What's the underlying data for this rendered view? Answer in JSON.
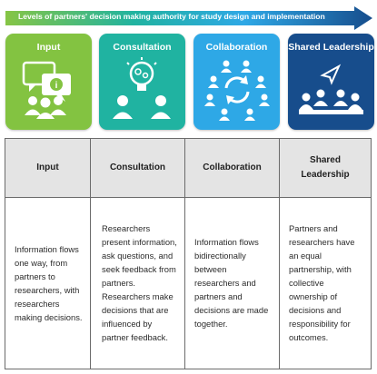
{
  "banner": {
    "text": "Levels of partners' decision making authority for study design and implementation"
  },
  "tiles": [
    {
      "label": "Input",
      "color": "#83c341"
    },
    {
      "label": "Consultation",
      "color": "#20b3a1"
    },
    {
      "label": "Collaboration",
      "color": "#2ea8e6"
    },
    {
      "label": "Shared Leadership",
      "color": "#174d8c"
    }
  ],
  "table": {
    "headers": [
      "Input",
      "Consultation",
      "Collaboration",
      "Shared Leadership"
    ],
    "descriptions": [
      "Information flows one way, from partners to researchers, with researchers making decisions.",
      "Researchers present information, ask questions, and seek feedback from partners. Researchers make decisions that are influenced by partner feedback.",
      "Information flows bidirectionally between researchers and partners and decisions are made together.",
      "Partners and researchers have an equal partnership, with collective ownership of decisions and responsibility for outcomes."
    ]
  },
  "icons": [
    "speech-bubbles-icon",
    "lightbulb-people-icon",
    "circular-arrows-group-icon",
    "meeting-table-icon"
  ]
}
